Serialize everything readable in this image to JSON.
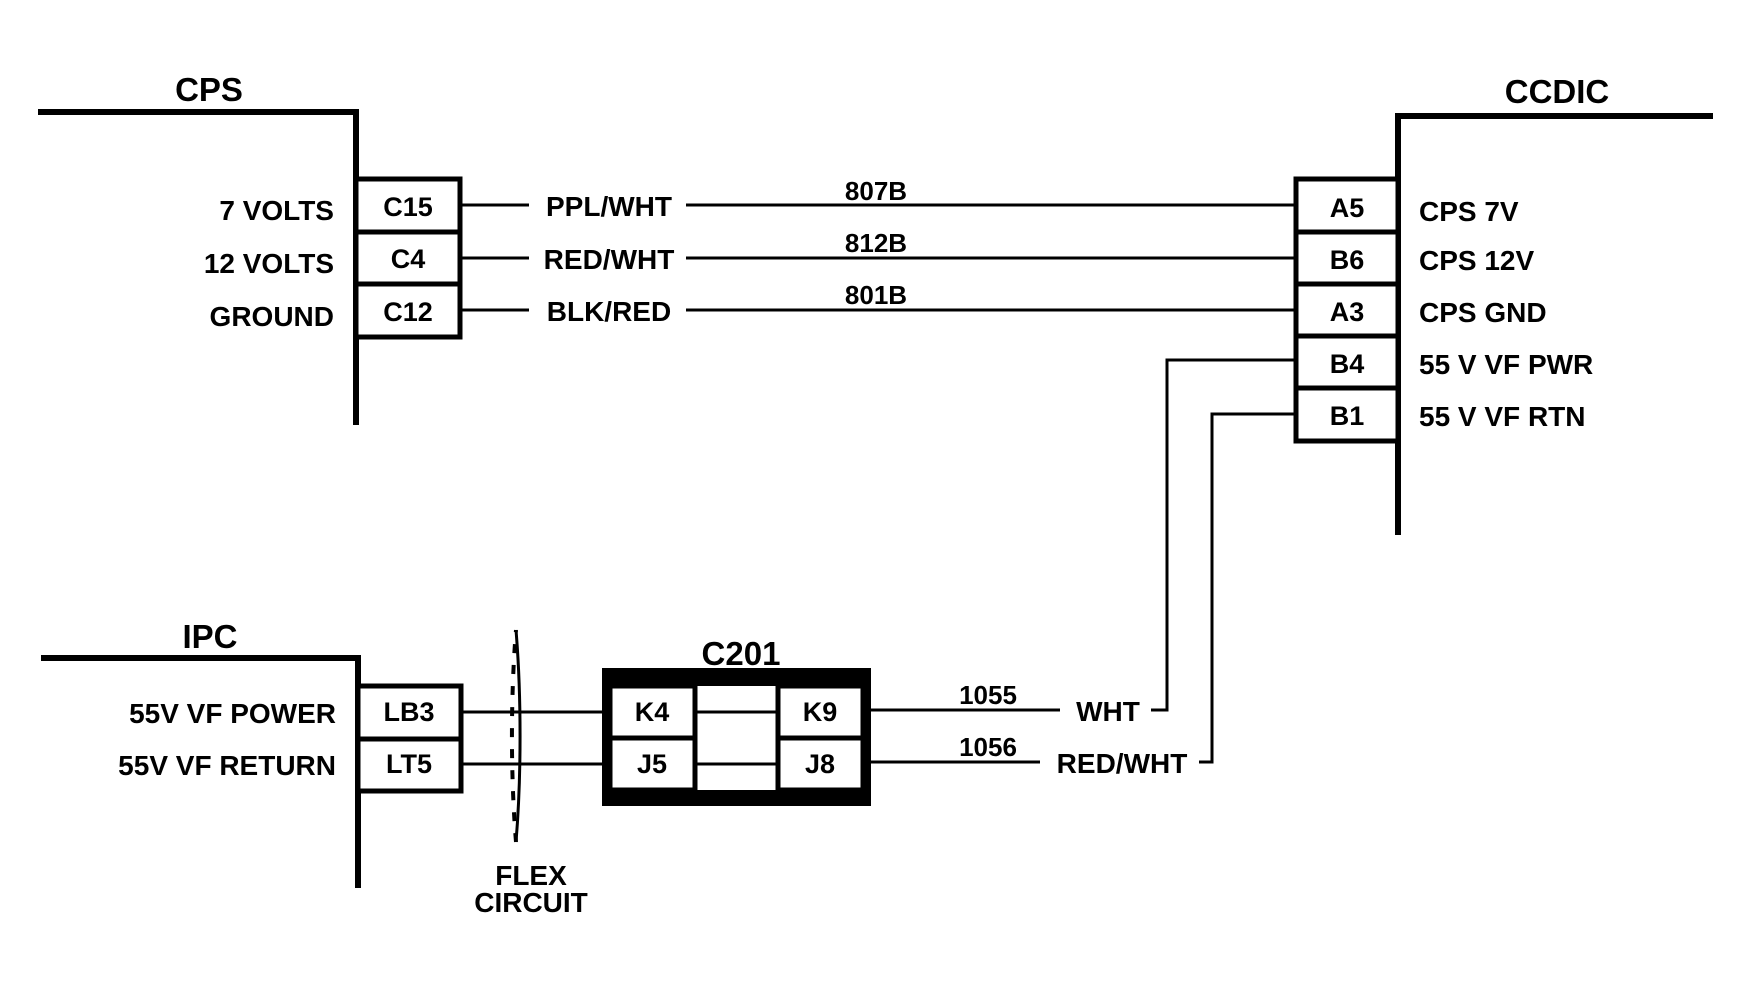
{
  "colors": {
    "ink": "#000000",
    "background": "#ffffff"
  },
  "cps": {
    "title": "CPS",
    "labels": [
      "7 VOLTS",
      "12 VOLTS",
      "GROUND"
    ],
    "pins": [
      "C15",
      "C4",
      "C12"
    ]
  },
  "ccdic": {
    "title": "CCDIC",
    "pins": [
      "A5",
      "B6",
      "A3",
      "B4",
      "B1"
    ],
    "labels": [
      "CPS 7V",
      "CPS 12V",
      "CPS GND",
      "55 V VF PWR",
      "55 V VF RTN"
    ]
  },
  "top_wires": [
    {
      "color": "PPL/WHT",
      "number": "807B"
    },
    {
      "color": "RED/WHT",
      "number": "812B"
    },
    {
      "color": "BLK/RED",
      "number": "801B"
    }
  ],
  "ipc": {
    "title": "IPC",
    "labels": [
      "55V VF POWER",
      "55V VF RETURN"
    ],
    "pins": [
      "LB3",
      "LT5"
    ]
  },
  "flex": {
    "line1": "FLEX",
    "line2": "CIRCUIT"
  },
  "c201": {
    "title": "C201",
    "left_pins": [
      "K4",
      "J5"
    ],
    "right_pins": [
      "K9",
      "J8"
    ]
  },
  "bottom_wires": [
    {
      "number": "1055",
      "color": "WHT"
    },
    {
      "number": "1056",
      "color": "RED/WHT"
    }
  ]
}
